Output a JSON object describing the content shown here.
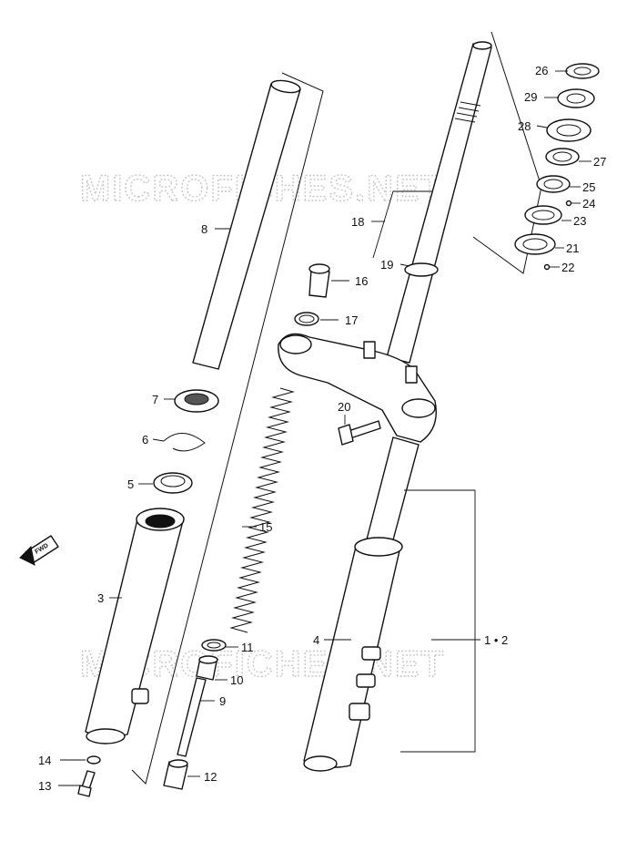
{
  "watermark": {
    "text": "MICROFICHES.NET"
  },
  "fwd_badge": {
    "label": "FWD"
  },
  "callouts": [
    {
      "id": "26",
      "label": "26"
    },
    {
      "id": "29",
      "label": "29"
    },
    {
      "id": "28",
      "label": "28"
    },
    {
      "id": "27",
      "label": "27"
    },
    {
      "id": "25",
      "label": "25"
    },
    {
      "id": "24",
      "label": "24"
    },
    {
      "id": "23",
      "label": "23"
    },
    {
      "id": "21",
      "label": "21"
    },
    {
      "id": "22",
      "label": "22"
    },
    {
      "id": "18",
      "label": "18"
    },
    {
      "id": "19",
      "label": "19"
    },
    {
      "id": "8",
      "label": "8"
    },
    {
      "id": "16",
      "label": "16"
    },
    {
      "id": "17",
      "label": "17"
    },
    {
      "id": "20",
      "label": "20"
    },
    {
      "id": "7",
      "label": "7"
    },
    {
      "id": "6",
      "label": "6"
    },
    {
      "id": "5",
      "label": "5"
    },
    {
      "id": "15",
      "label": "15"
    },
    {
      "id": "3",
      "label": "3"
    },
    {
      "id": "4",
      "label": "4"
    },
    {
      "id": "1-2",
      "label": "1 • 2"
    },
    {
      "id": "11",
      "label": "11"
    },
    {
      "id": "10",
      "label": "10"
    },
    {
      "id": "9",
      "label": "9"
    },
    {
      "id": "14",
      "label": "14"
    },
    {
      "id": "13",
      "label": "13"
    },
    {
      "id": "12",
      "label": "12"
    }
  ]
}
